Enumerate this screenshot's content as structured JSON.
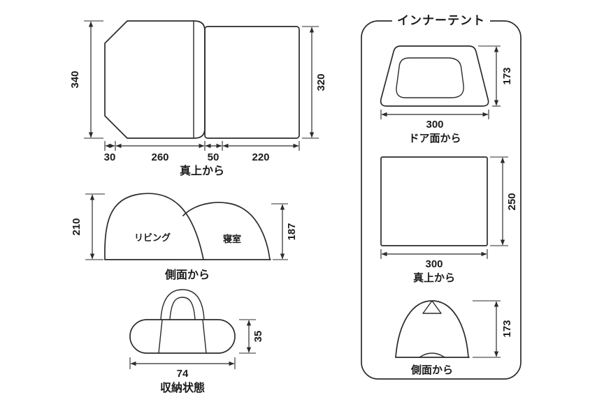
{
  "title": "インナーテント",
  "main": {
    "top_view": {
      "caption": "真上から",
      "dim_left": "340",
      "dim_right": "320",
      "dim_b1": "30",
      "dim_b2": "260",
      "dim_b3": "50",
      "dim_b4": "220"
    },
    "side_view": {
      "caption": "側面から",
      "dim_left": "210",
      "dim_right": "187",
      "room_left": "リビング",
      "room_right": "寝室"
    },
    "storage": {
      "caption": "収納状態",
      "dim_width": "74",
      "dim_height": "35"
    }
  },
  "inner_tent": {
    "door_view": {
      "caption": "ドア面から",
      "dim_width": "300",
      "dim_height": "173"
    },
    "top_view": {
      "caption": "真上から",
      "dim_width": "300",
      "dim_depth": "250"
    },
    "side_view": {
      "caption": "側面から",
      "dim_height": "173"
    }
  }
}
